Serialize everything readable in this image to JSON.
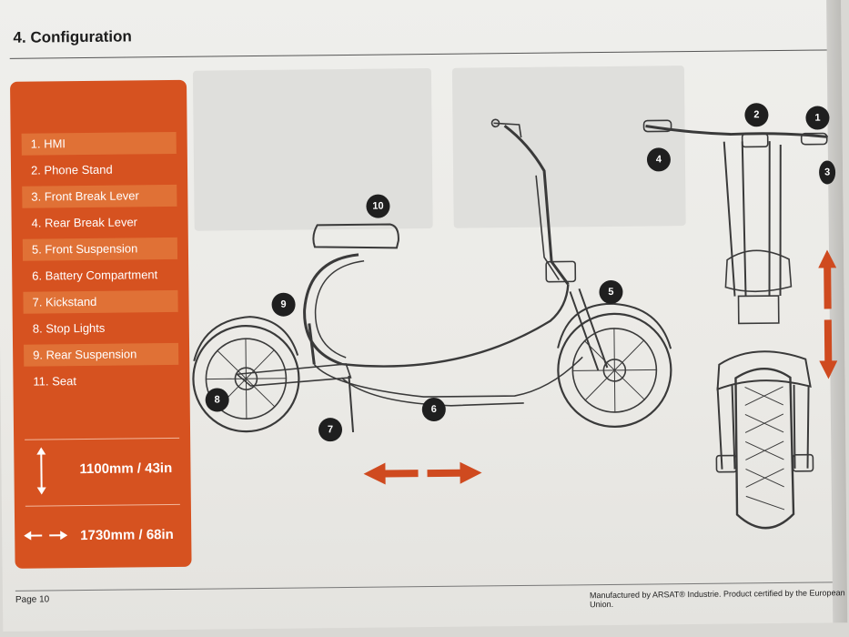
{
  "page": {
    "title": "4. Configuration",
    "footer_page": "Page 10",
    "footer_text": "Manufactured by ARSAT® Industrie. Product certified by the European Union."
  },
  "legend": {
    "items": [
      {
        "label": "1. HMI"
      },
      {
        "label": "2. Phone Stand"
      },
      {
        "label": "3. Front Break Lever"
      },
      {
        "label": "4. Rear Break Lever"
      },
      {
        "label": "5. Front Suspension"
      },
      {
        "label": "6. Battery Compartment"
      },
      {
        "label": "7. Kickstand"
      },
      {
        "label": "8. Stop Lights"
      },
      {
        "label": "9. Rear Suspension"
      },
      {
        "label": "11. Seat"
      }
    ],
    "height_dimension": "1100mm / 43in",
    "length_dimension": "1730mm / 68in"
  },
  "callouts": {
    "n1": "1",
    "n2": "2",
    "n3": "3",
    "n4": "4",
    "n5": "5",
    "n6": "6",
    "n7": "7",
    "n8": "8",
    "n9": "9",
    "n10": "10"
  },
  "colors": {
    "panel": "#d65220",
    "panel_band": "#e07136",
    "arrow": "#cf4a1f",
    "callout": "#1f1f1f"
  }
}
